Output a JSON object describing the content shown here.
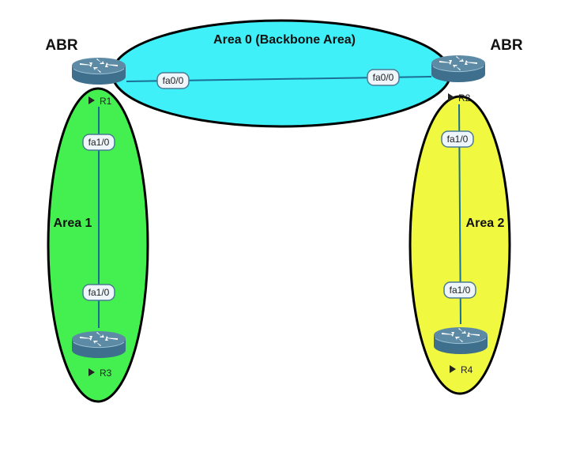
{
  "diagram": {
    "areas": [
      {
        "id": "area0",
        "label": "Area 0 (Backbone Area)",
        "color": "#40f0f8"
      },
      {
        "id": "area1",
        "label": "Area 1",
        "color": "#44f050"
      },
      {
        "id": "area2",
        "label": "Area 2",
        "color": "#f0f840"
      }
    ],
    "abr_labels": [
      "ABR",
      "ABR"
    ],
    "routers": [
      {
        "id": "R1",
        "label": "R1",
        "role": "ABR"
      },
      {
        "id": "R2",
        "label": "R2",
        "role": "ABR"
      },
      {
        "id": "R3",
        "label": "R3"
      },
      {
        "id": "R4",
        "label": "R4"
      }
    ],
    "links": [
      {
        "from": "R1",
        "to": "R2",
        "from_iface": "fa0/0",
        "to_iface": "fa0/0",
        "area": "area0"
      },
      {
        "from": "R1",
        "to": "R3",
        "from_iface": "fa1/0",
        "to_iface": "fa1/0",
        "area": "area1"
      },
      {
        "from": "R2",
        "to": "R4",
        "from_iface": "fa1/0",
        "to_iface": "fa1/0",
        "area": "area2"
      }
    ],
    "colors": {
      "router_body": "#3e6f8c",
      "router_top": "#5a8aa6",
      "link": "#1b6f94",
      "iface_bg": "#eef6fb",
      "iface_border": "#4a7a94",
      "outline": "#000000"
    }
  }
}
